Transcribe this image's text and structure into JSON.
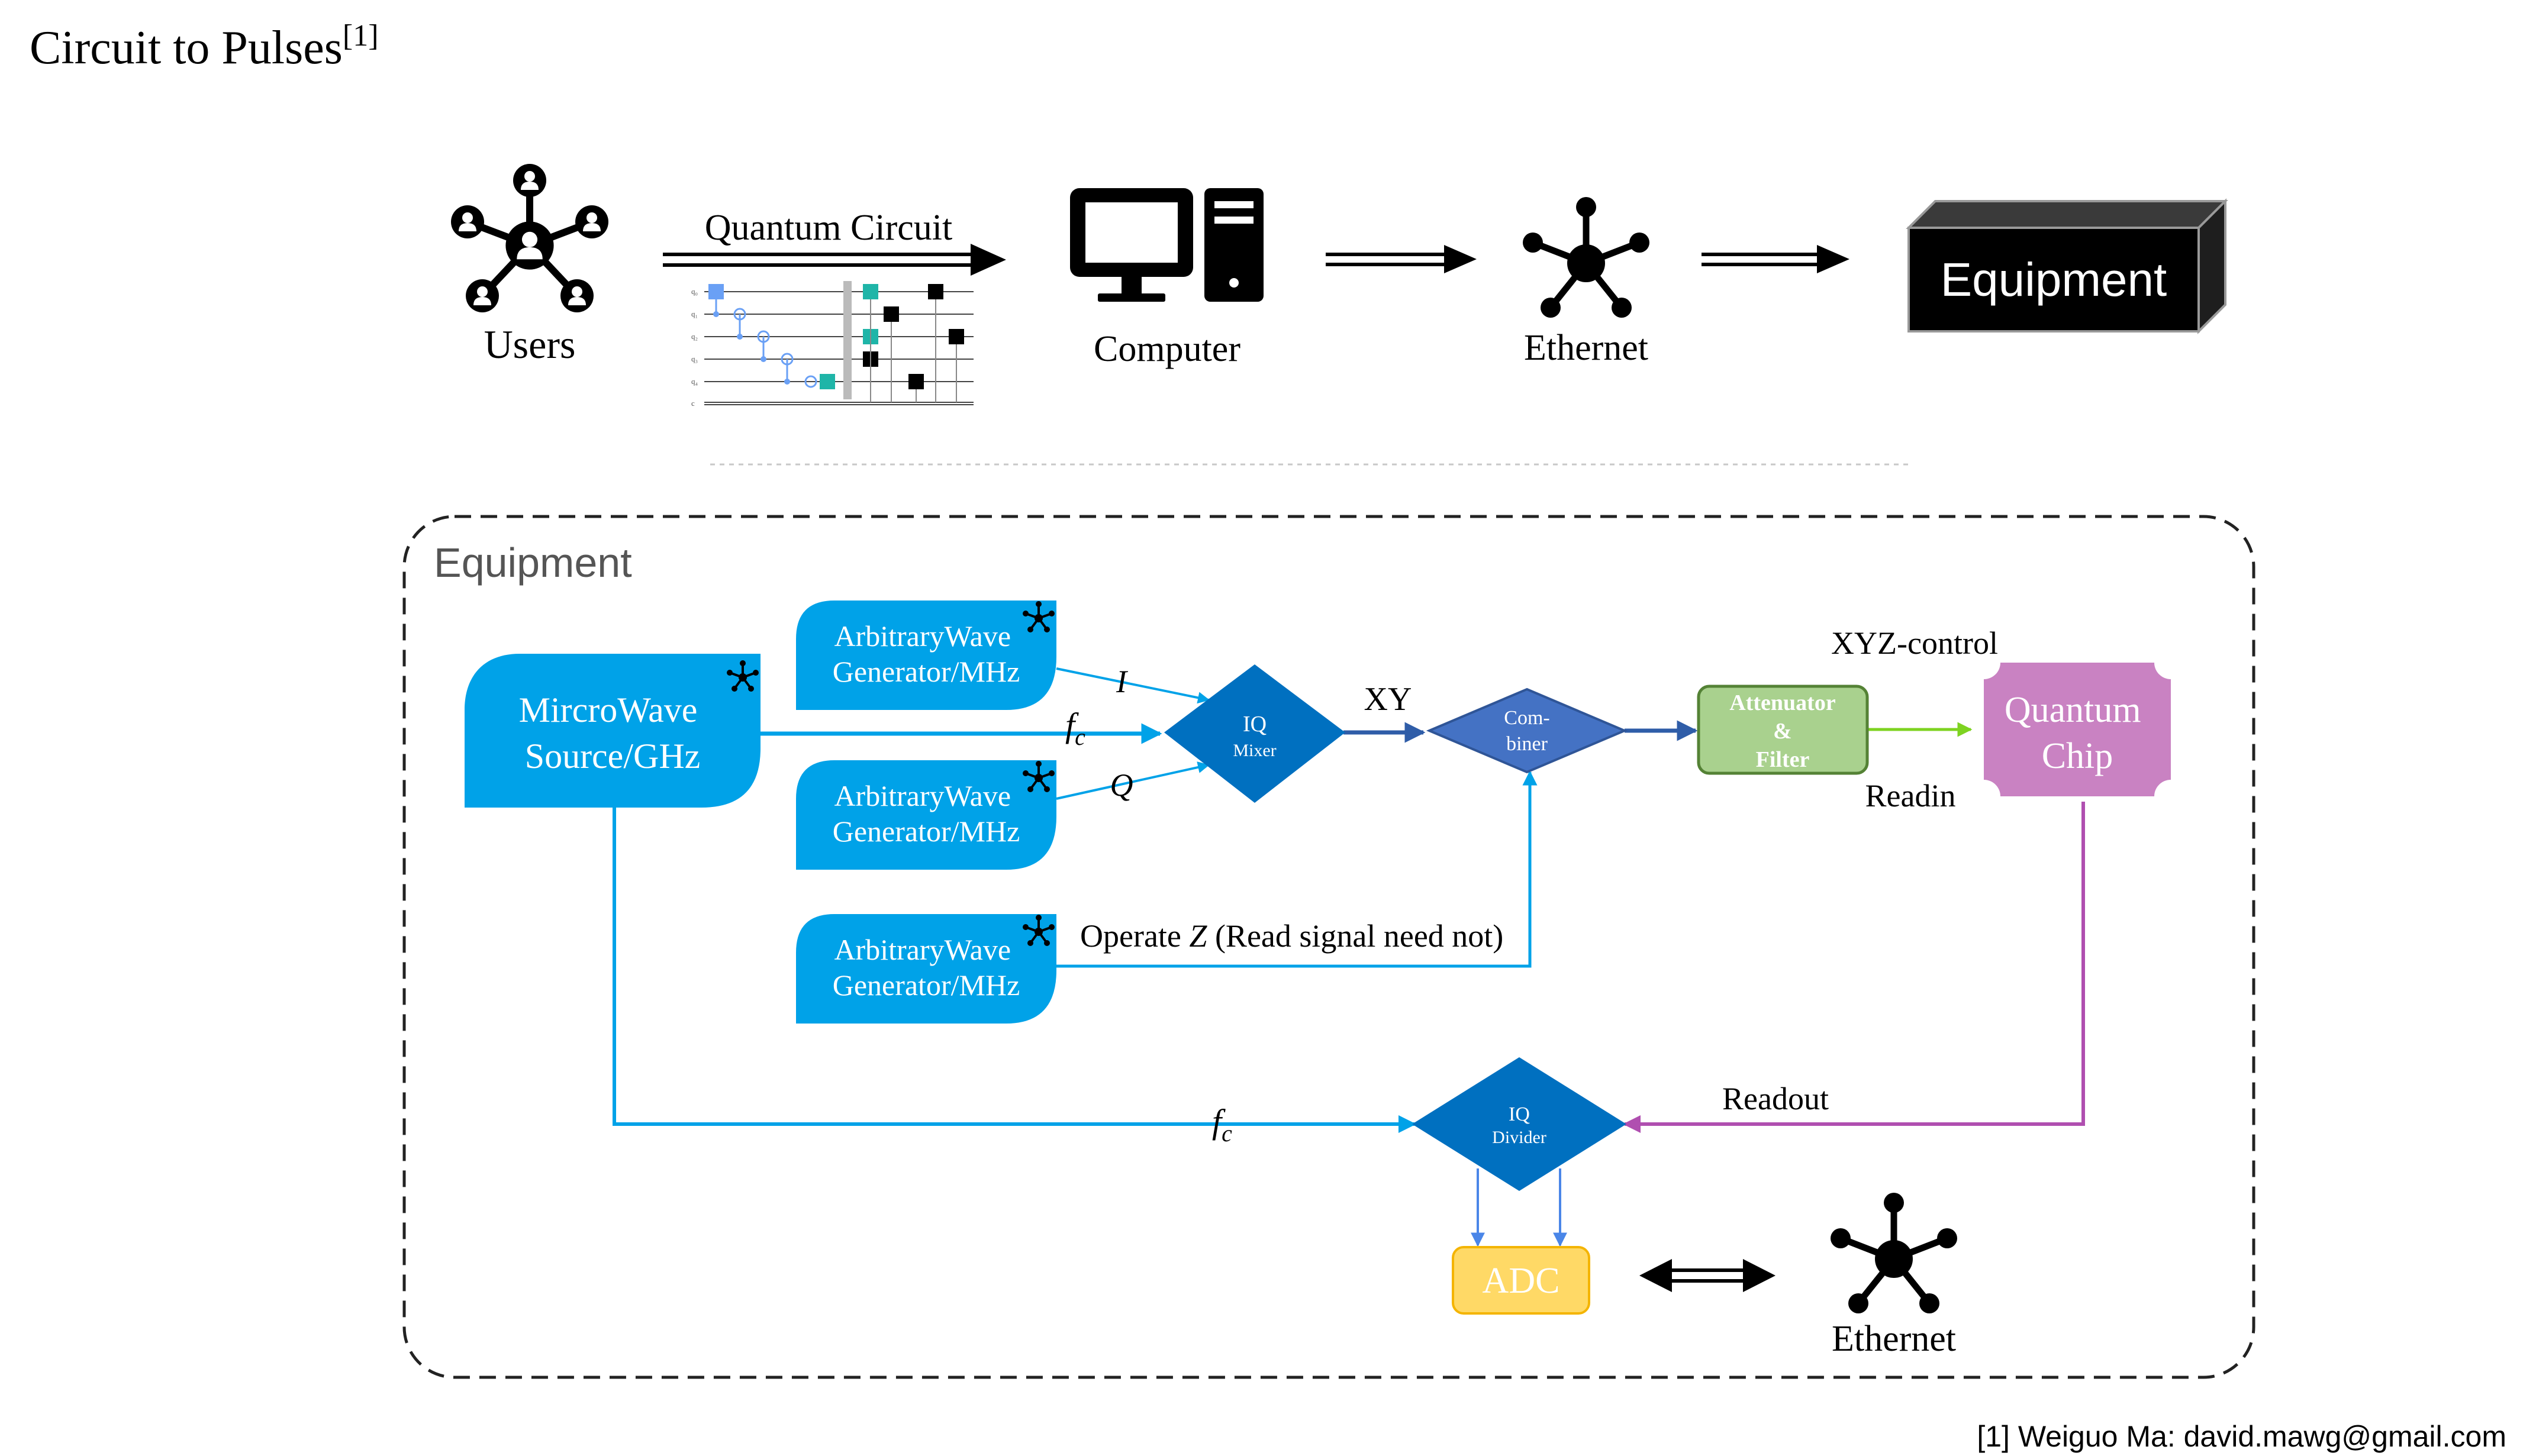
{
  "page": {
    "title": "Circuit to Pulses",
    "title_ref": "[1]",
    "footnote": "[1] Weiguo Ma: david.mawg@gmail.com"
  },
  "top_flow": {
    "users_label": "Users",
    "circuit_label": "Quantum Circuit",
    "circuit_qubit_labels": [
      "q₀",
      "q₁",
      "q₂",
      "q₃",
      "q₄",
      "c"
    ],
    "computer_label": "Computer",
    "ethernet_label": "Ethernet",
    "equipment_label": "Equipment"
  },
  "equipment_panel": {
    "title": "Equipment",
    "microwave_source": [
      "MircroWave",
      "Source/GHz"
    ],
    "awg_top": [
      "ArbitraryWave",
      "Generator/MHz"
    ],
    "awg_mid": [
      "ArbitraryWave",
      "Generator/MHz"
    ],
    "awg_bottom": [
      "ArbitraryWave",
      "Generator/MHz"
    ],
    "iq_mixer": [
      "IQ",
      "Mixer"
    ],
    "combiner": [
      "Com-",
      "biner"
    ],
    "attenuator": [
      "Attenuator",
      "&",
      "Filter"
    ],
    "quantum_chip": [
      "Quantum",
      "Chip"
    ],
    "iq_divider": [
      "IQ",
      "Divider"
    ],
    "adc": "ADC",
    "ethernet_label": "Ethernet",
    "labels": {
      "i_signal": "I",
      "q_signal": "Q",
      "fc_top": "f",
      "fc_top_sub": "c",
      "fc_bottom": "f",
      "fc_bottom_sub": "c",
      "xy": "XY",
      "xyz_control": "XYZ-control",
      "readin": "Readin",
      "readout": "Readout",
      "operate_z_pre": "Operate ",
      "operate_z_var": "Z",
      "operate_z_post": " (Read signal need not)"
    }
  },
  "colors": {
    "awg_blue": "#00a2e8",
    "mixer_blue": "#0070c0",
    "combiner_blue": "#4472c4",
    "attenuator_green": "#a9d18e",
    "chip_purple": "#c982c2",
    "adc_yellow": "#ffd966",
    "readin_green": "#7ed321",
    "readout_purple": "#b04fb0"
  }
}
